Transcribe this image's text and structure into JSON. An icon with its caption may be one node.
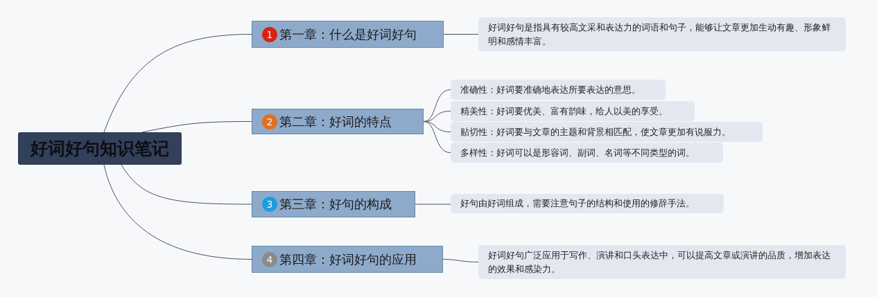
{
  "diagram": {
    "nodes": [
      {
        "text": [
          "好词好句知识笔记"
        ]
      },
      {
        "text": [
          "1",
          "第一章：什么是好词好句"
        ]
      },
      {
        "text": [
          "好词好句是指具有较高文采和表达力的词语和句子，能够让文章更加生动有趣、形象鲜明和感情丰富。"
        ]
      },
      {
        "text": [
          "2",
          "第二章：好词的特点"
        ]
      },
      {
        "text": [
          "准确性：好词要准确地表达所要表达的意思。"
        ]
      },
      {
        "text": [
          "精美性：好词要优美、富有韵味，给人以美的享受。"
        ]
      },
      {
        "text": [
          "贴切性：好词要与文章的主题和背景相匹配，使文章更加有说服力。"
        ]
      },
      {
        "text": [
          "多样性：好词可以是形容词、副词、名词等不同类型的词。"
        ]
      },
      {
        "text": [
          "3",
          "第三章：好句的构成"
        ]
      },
      {
        "text": [
          "好句由好词组成，需要注意句子的结构和使用的修辞手法。"
        ]
      },
      {
        "text": [
          "4",
          "第四章：好词好句的应用"
        ]
      },
      {
        "text": [
          "好词好句广泛应用于写作、演讲和口头表达中，可以提高文章或演讲的品质，增加表达的效果和感染力。"
        ]
      }
    ],
    "edges": [
      {
        "from": 0,
        "to": 1,
        "arrow": "none"
      },
      {
        "from": 0,
        "to": 3,
        "arrow": "none"
      },
      {
        "from": 0,
        "to": 8,
        "arrow": "none"
      },
      {
        "from": 0,
        "to": 10,
        "arrow": "none"
      },
      {
        "from": 1,
        "to": 2,
        "arrow": "none"
      },
      {
        "from": 3,
        "to": 4,
        "arrow": "none"
      },
      {
        "from": 3,
        "to": 5,
        "arrow": "none"
      },
      {
        "from": 3,
        "to": 6,
        "arrow": "none"
      },
      {
        "from": 3,
        "to": 7,
        "arrow": "none"
      },
      {
        "from": 8,
        "to": 9,
        "arrow": "none"
      },
      {
        "from": 10,
        "to": 11,
        "arrow": "none"
      }
    ]
  }
}
